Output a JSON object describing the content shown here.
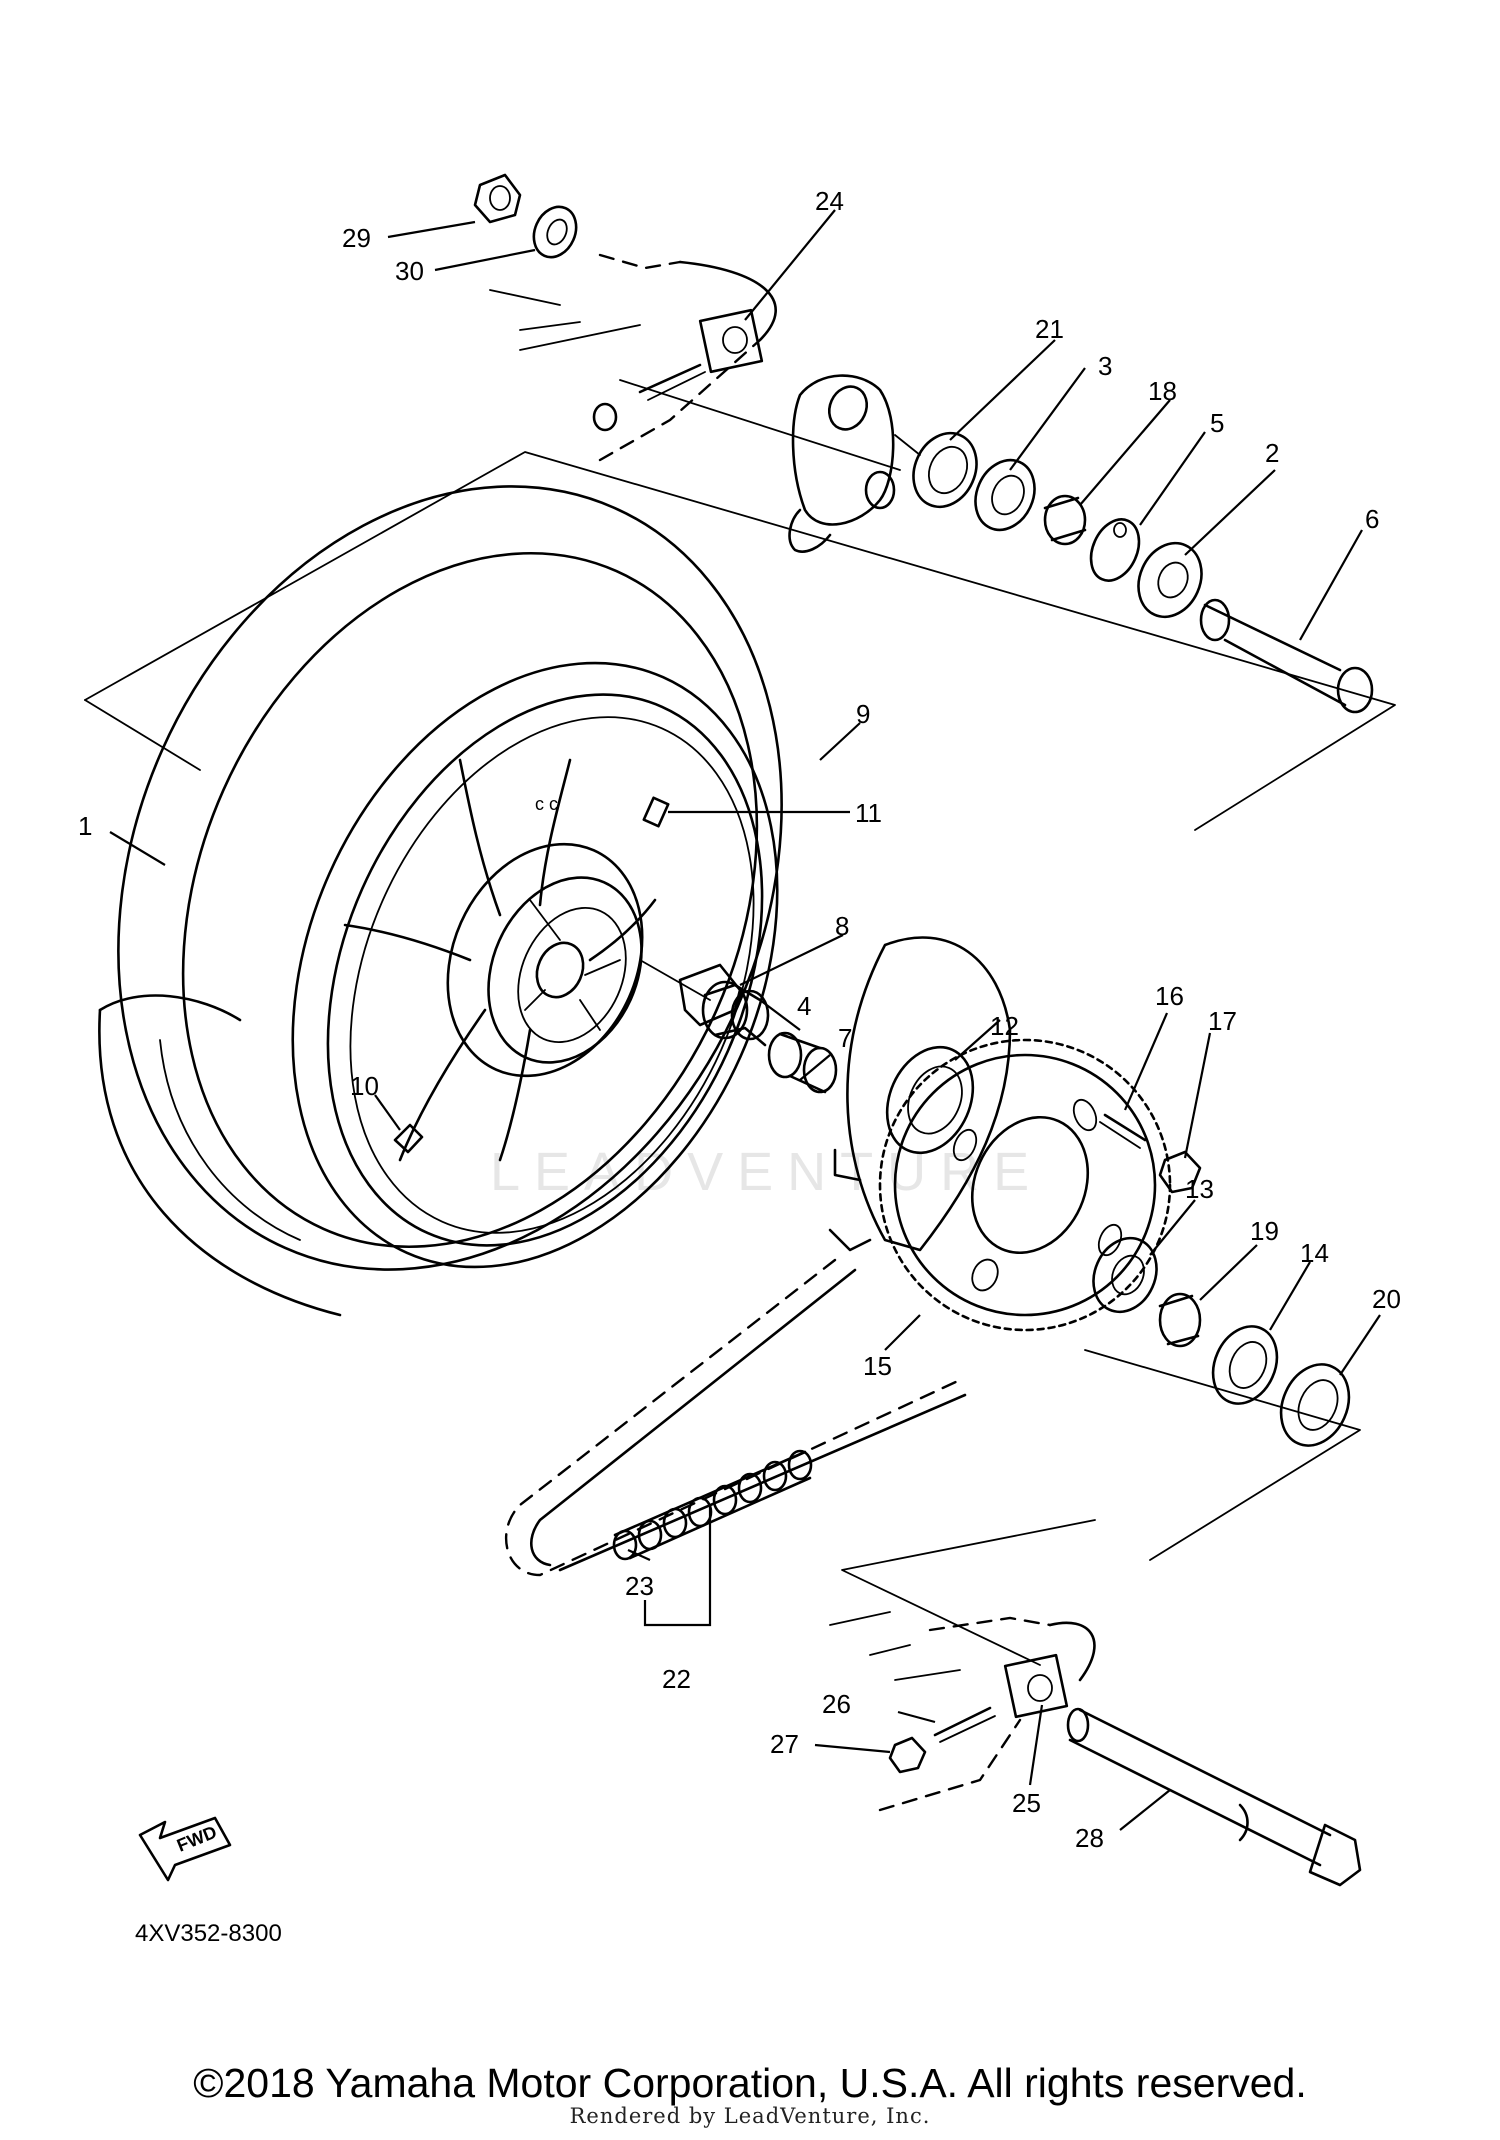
{
  "diagram": {
    "callouts": [
      "1",
      "2",
      "3",
      "4",
      "5",
      "6",
      "7",
      "8",
      "9",
      "10",
      "11",
      "12",
      "13",
      "14",
      "15",
      "16",
      "17",
      "18",
      "19",
      "20",
      "21",
      "22",
      "23",
      "24",
      "25",
      "26",
      "27",
      "28",
      "29",
      "30"
    ],
    "fwd_label": "FWD",
    "part_code": "4XV352-8300",
    "watermark": "LEADVENTURE"
  },
  "footer": {
    "copyright": "©2018 Yamaha Motor Corporation, U.S.A. All rights reserved.",
    "rendered_by": "Rendered by LeadVenture, Inc."
  }
}
